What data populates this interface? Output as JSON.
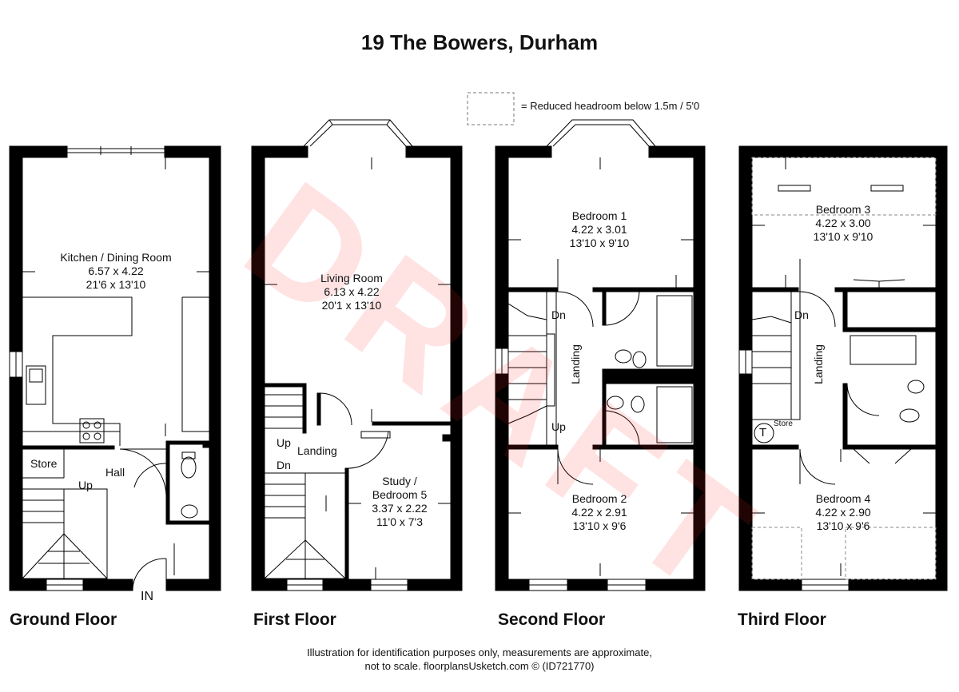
{
  "title": "19 The Bowers, Durham",
  "legend": {
    "text": "= Reduced headroom below 1.5m / 5'0"
  },
  "watermark": "DRAFT",
  "footer": {
    "line1": "Illustration for identification purposes only, measurements are approximate,",
    "line2": "not to scale. floorplansUsketch.com © (ID721770)"
  },
  "floors": {
    "ground": {
      "label": "Ground Floor",
      "kitchen": {
        "name": "Kitchen / Dining Room",
        "metric": "6.57 x 4.22",
        "imperial": "21'6 x 13'10"
      },
      "store": "Store",
      "up": "Up",
      "hall": "Hall",
      "entrance": "IN"
    },
    "first": {
      "label": "First Floor",
      "living": {
        "name": "Living Room",
        "metric": "6.13 x 4.22",
        "imperial": "20'1 x 13'10"
      },
      "study": {
        "name": "Study /",
        "name2": "Bedroom 5",
        "metric": "3.37 x 2.22",
        "imperial": "11'0 x 7'3"
      },
      "up": "Up",
      "dn": "Dn",
      "landing": "Landing"
    },
    "second": {
      "label": "Second Floor",
      "bedroom1": {
        "name": "Bedroom 1",
        "metric": "4.22 x 3.01",
        "imperial": "13'10 x 9'10"
      },
      "bedroom2": {
        "name": "Bedroom 2",
        "metric": "4.22 x 2.91",
        "imperial": "13'10 x 9'6"
      },
      "dn": "Dn",
      "up": "Up",
      "landing": "Landing"
    },
    "third": {
      "label": "Third Floor",
      "bedroom3": {
        "name": "Bedroom 3",
        "metric": "4.22 x 3.00",
        "imperial": "13'10 x 9'10"
      },
      "bedroom4": {
        "name": "Bedroom 4",
        "metric": "4.22 x 2.90",
        "imperial": "13'10 x 9'6"
      },
      "dn": "Dn",
      "landing": "Landing",
      "store": "Store",
      "tank": "T"
    }
  }
}
